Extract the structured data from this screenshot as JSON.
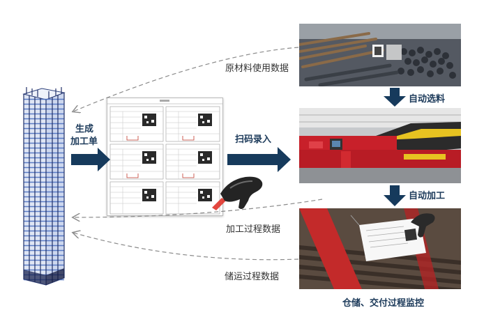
{
  "labels": {
    "raw_material_data": "原材料使用数据",
    "auto_select": "自动选料",
    "generate_order_line1": "生成",
    "generate_order_line2": "加工单",
    "scan_entry": "扫码录入",
    "auto_process": "自动加工",
    "process_data": "加工过程数据",
    "storage_data": "储运过程数据",
    "warehouse_monitor": "仓储、交付过程监控"
  },
  "colors": {
    "arrow_navy": "#163a5c",
    "dashed": "#8a8a8a",
    "label_text": "#333333",
    "machine_red": "#c8202a",
    "machine_yellow": "#e7c321"
  }
}
